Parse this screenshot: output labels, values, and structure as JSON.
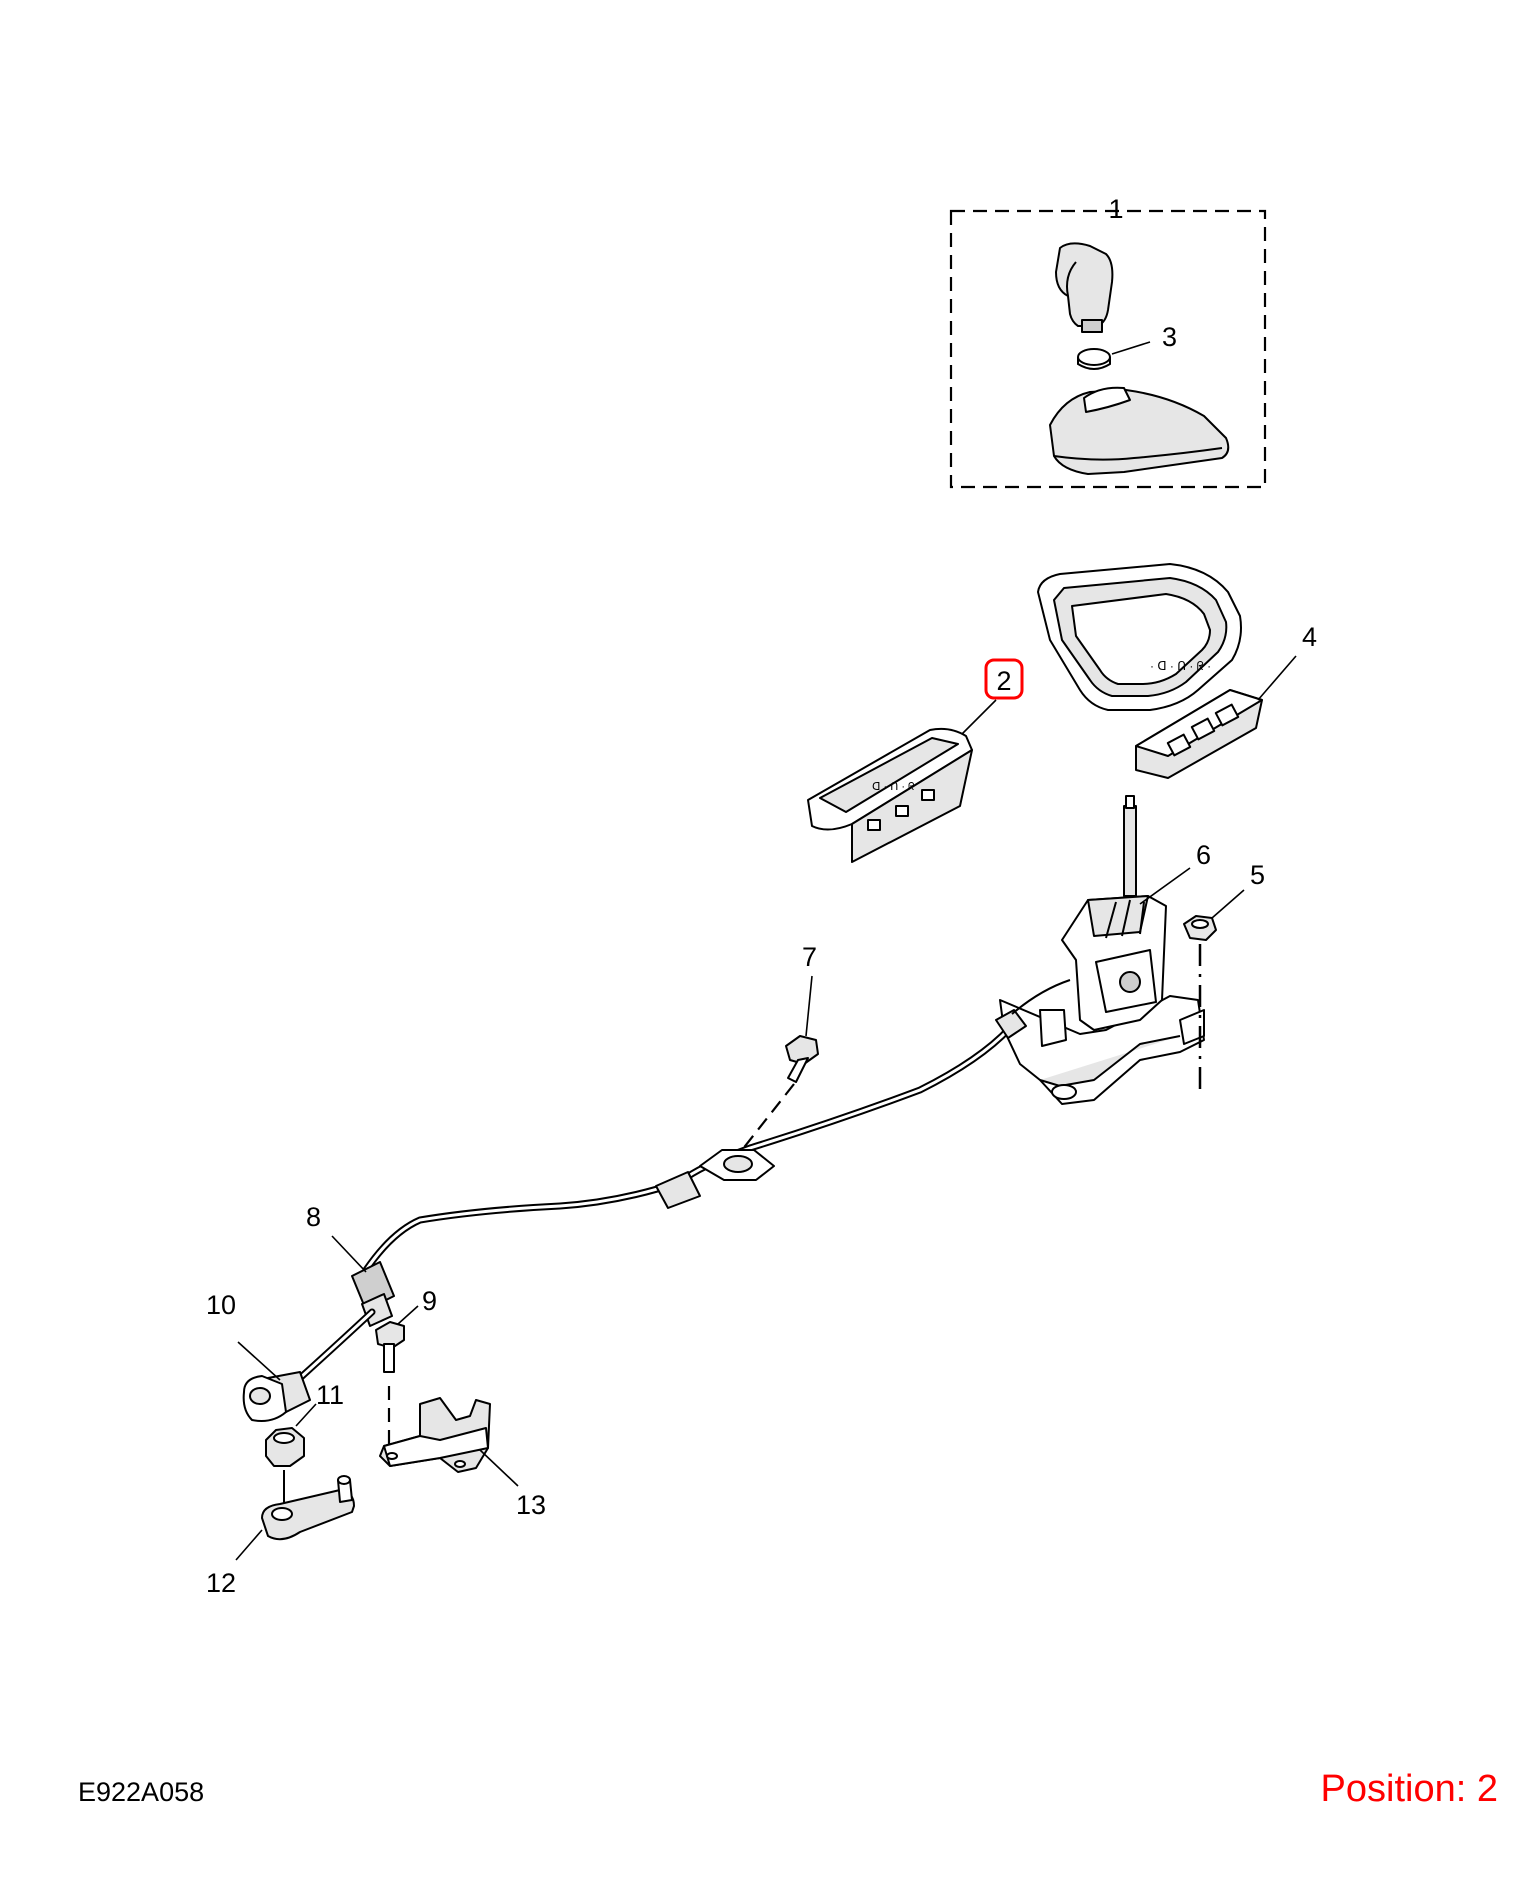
{
  "diagram": {
    "drawing_code": "E922A058",
    "position_label": "Position: 2",
    "highlight_color": "#ff0000",
    "callouts": {
      "c1": "1",
      "c2": "2",
      "c3": "3",
      "c4": "4",
      "c5": "5",
      "c6": "6",
      "c7": "7",
      "c8": "8",
      "c9": "9",
      "c10": "10",
      "c11": "11",
      "c12": "12",
      "c13": "13"
    }
  }
}
